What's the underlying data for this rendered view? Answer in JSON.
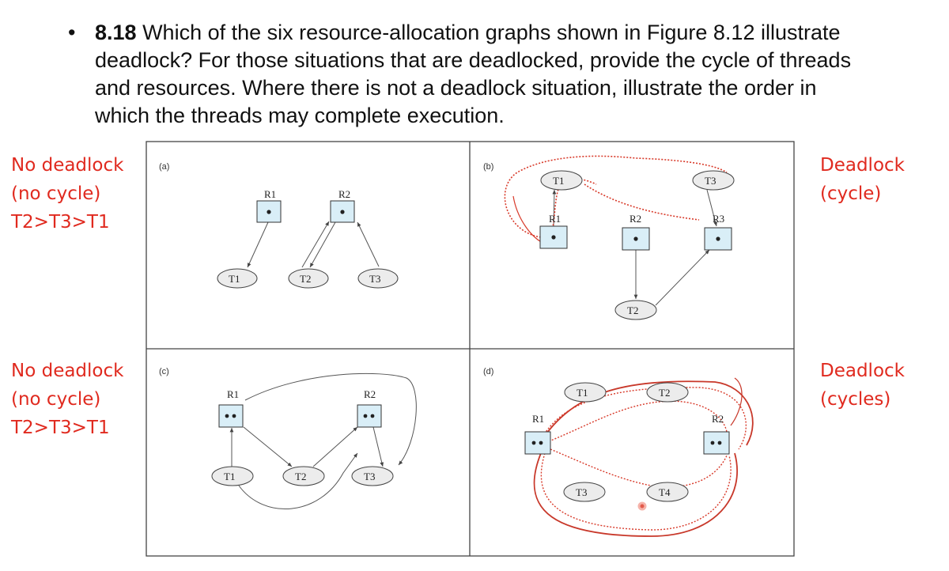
{
  "question": {
    "bullet": "•",
    "number": "8.18",
    "text": "Which of the six resource-allocation graphs shown in Figure 8.12 illustrate deadlock? For those situations that are deadlocked, provide the cycle of threads and resources. Where there is not a deadlock situation, illustrate the order in which the threads may complete execution."
  },
  "annotations": {
    "a": {
      "line1": "No deadlock",
      "line2": "(no cycle)",
      "line3": "T2>T3>T1"
    },
    "b": {
      "line1": "Deadlock",
      "line2": "(cycle)"
    },
    "c": {
      "line1": "No deadlock",
      "line2": "(no cycle)",
      "line3": "T2>T3>T1"
    },
    "d": {
      "line1": "Deadlock",
      "line2": "(cycles)"
    }
  },
  "panels": {
    "a": {
      "label": "(a)",
      "resources": [
        "R1",
        "R2"
      ],
      "threads": [
        "T1",
        "T2",
        "T3"
      ]
    },
    "b": {
      "label": "(b)",
      "resources": [
        "R1",
        "R2",
        "R3"
      ],
      "threads": [
        "T1",
        "T3",
        "T2"
      ]
    },
    "c": {
      "label": "(c)",
      "resources": [
        "R1",
        "R2"
      ],
      "threads": [
        "T1",
        "T2",
        "T3"
      ]
    },
    "d": {
      "label": "(d)",
      "resources": [
        "R1",
        "R2"
      ],
      "threads": [
        "T1",
        "T2",
        "T3",
        "T4"
      ]
    }
  },
  "colors": {
    "annotation_red": "#e02a1f",
    "resource_fill": "#d9eef7",
    "thread_fill": "#ececec",
    "cycle_red": "#d83a2a"
  }
}
